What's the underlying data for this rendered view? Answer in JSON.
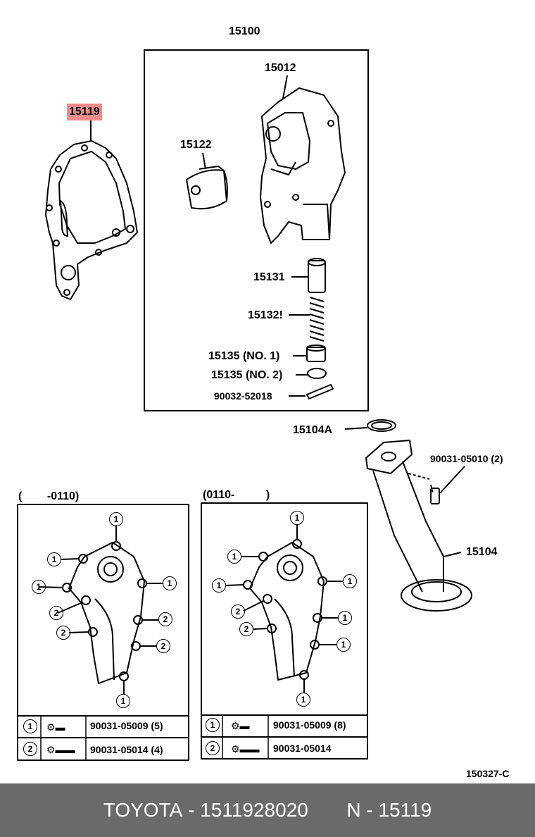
{
  "labels": {
    "assy": "15100",
    "body": "15012",
    "gasket": "15119",
    "rotor": "15122",
    "valve": "15131",
    "spring": "15132!",
    "retainer1": "15135 (NO. 1)",
    "retainer2": "15135 (NO. 2)",
    "pin": "90032-52018",
    "oring": "15104A",
    "bolt": "90031-05010 (2)",
    "strainer": "15104",
    "ref": "150327-C"
  },
  "left_panel": {
    "range": "(        -0110)",
    "rows": [
      {
        "num": "1",
        "part": "90031-05009 (5)"
      },
      {
        "num": "2",
        "part": "90031-05014 (4)"
      }
    ]
  },
  "right_panel": {
    "range": "(0110-          )",
    "rows": [
      {
        "num": "1",
        "part": "90031-05009 (8)"
      },
      {
        "num": "2",
        "part": "90031-05014"
      }
    ]
  },
  "callouts": {
    "one": "1",
    "two": "2"
  },
  "footer": {
    "brand": "TOYOTA",
    "sep1": " - ",
    "part_number": "1511928020",
    "gap": "       ",
    "n": "N",
    "sep2": " - ",
    "ref": "15119"
  },
  "colors": {
    "highlight": "#f28b8b",
    "footer_bg": "#6a6a6a"
  }
}
